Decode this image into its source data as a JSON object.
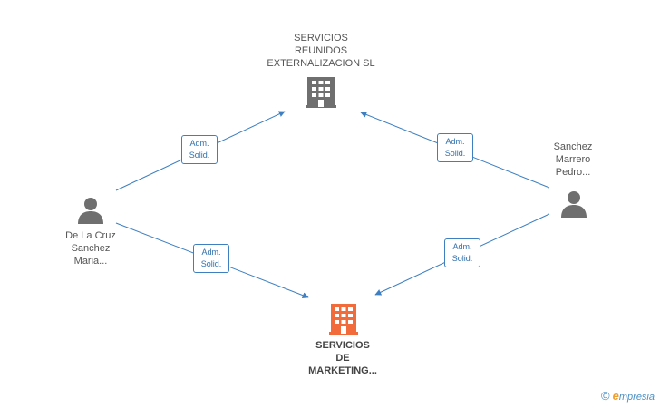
{
  "nodes": {
    "top_company": {
      "lines": [
        "SERVICIOS",
        "REUNIDOS",
        "EXTERNALIZACION SL"
      ],
      "icon": "building-icon",
      "color": "#6f6f6f"
    },
    "bottom_company": {
      "lines": [
        "SERVICIOS",
        "DE",
        "MARKETING..."
      ],
      "icon": "building-icon",
      "color": "#f26b3a"
    },
    "left_person": {
      "lines": [
        "De La Cruz",
        "Sanchez",
        "Maria..."
      ],
      "icon": "person-icon",
      "color": "#6f6f6f"
    },
    "right_person": {
      "lines": [
        "Sanchez",
        "Marrero",
        "Pedro..."
      ],
      "icon": "person-icon",
      "color": "#6f6f6f"
    }
  },
  "edges": [
    {
      "from": "left_person",
      "to": "top_company",
      "label": [
        "Adm.",
        "Solid."
      ]
    },
    {
      "from": "right_person",
      "to": "top_company",
      "label": [
        "Adm.",
        "Solid."
      ]
    },
    {
      "from": "left_person",
      "to": "bottom_company",
      "label": [
        "Adm.",
        "Solid."
      ]
    },
    {
      "from": "right_person",
      "to": "bottom_company",
      "label": [
        "Adm.",
        "Solid."
      ]
    }
  ],
  "edge_color": "#3d7fc1",
  "footer": {
    "copyright": "©",
    "brand_initial": "e",
    "brand_rest": "mpresia"
  }
}
